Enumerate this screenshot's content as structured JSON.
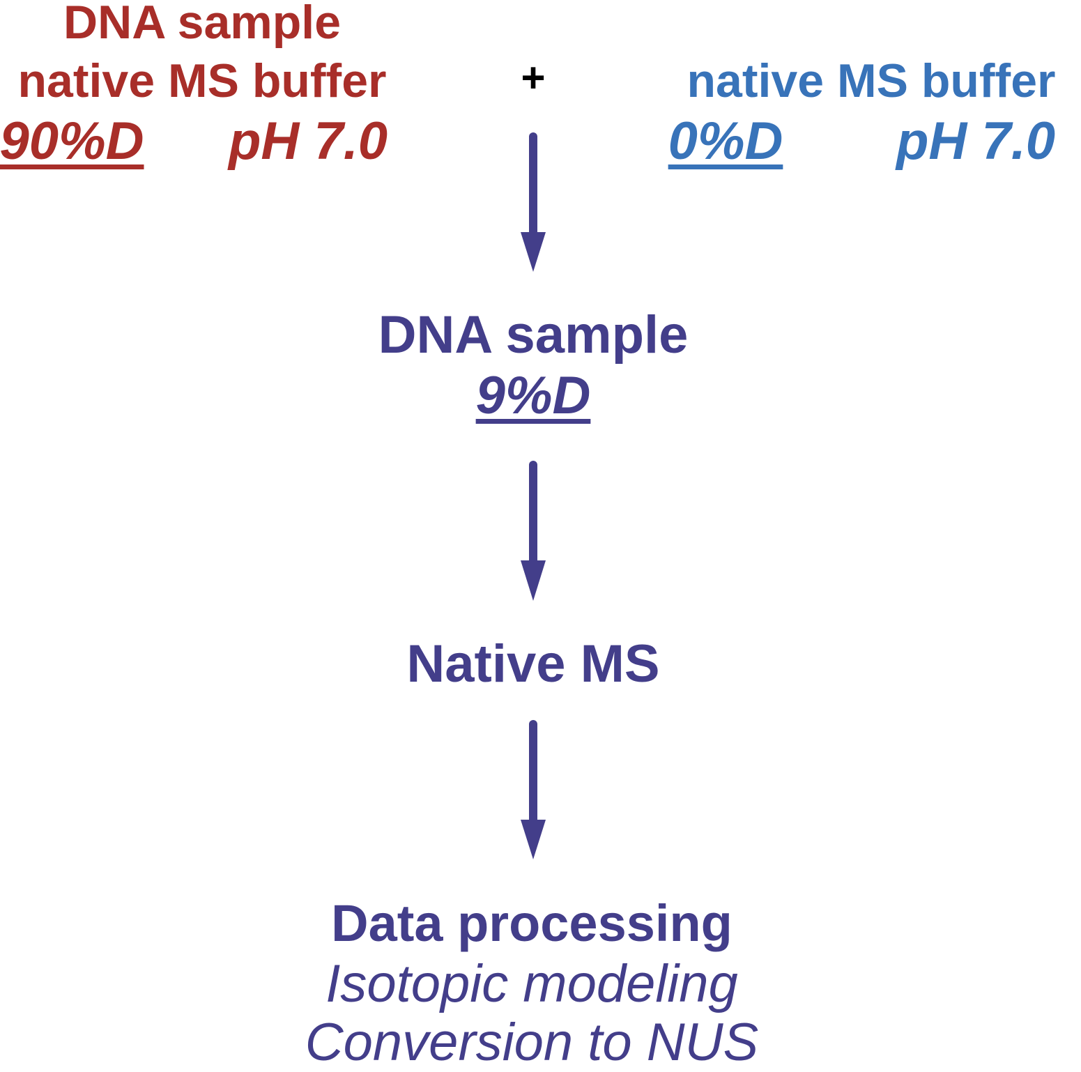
{
  "colors": {
    "red": "#a82e29",
    "blue": "#3873b9",
    "indigo": "#433e8a"
  },
  "left_input": {
    "line1": "DNA sample",
    "line2": "native MS buffer",
    "deuterium": "90%D",
    "ph": "pH 7.0"
  },
  "plus": "+",
  "right_input": {
    "line1": "native MS buffer",
    "deuterium": "0%D",
    "ph": "pH 7.0"
  },
  "mixed": {
    "title": "DNA sample",
    "deuterium": "9%D"
  },
  "step2": {
    "title": "Native MS"
  },
  "step3": {
    "title": "Data processing",
    "sub1": "Isotopic modeling",
    "sub2": "Conversion to NUS"
  }
}
